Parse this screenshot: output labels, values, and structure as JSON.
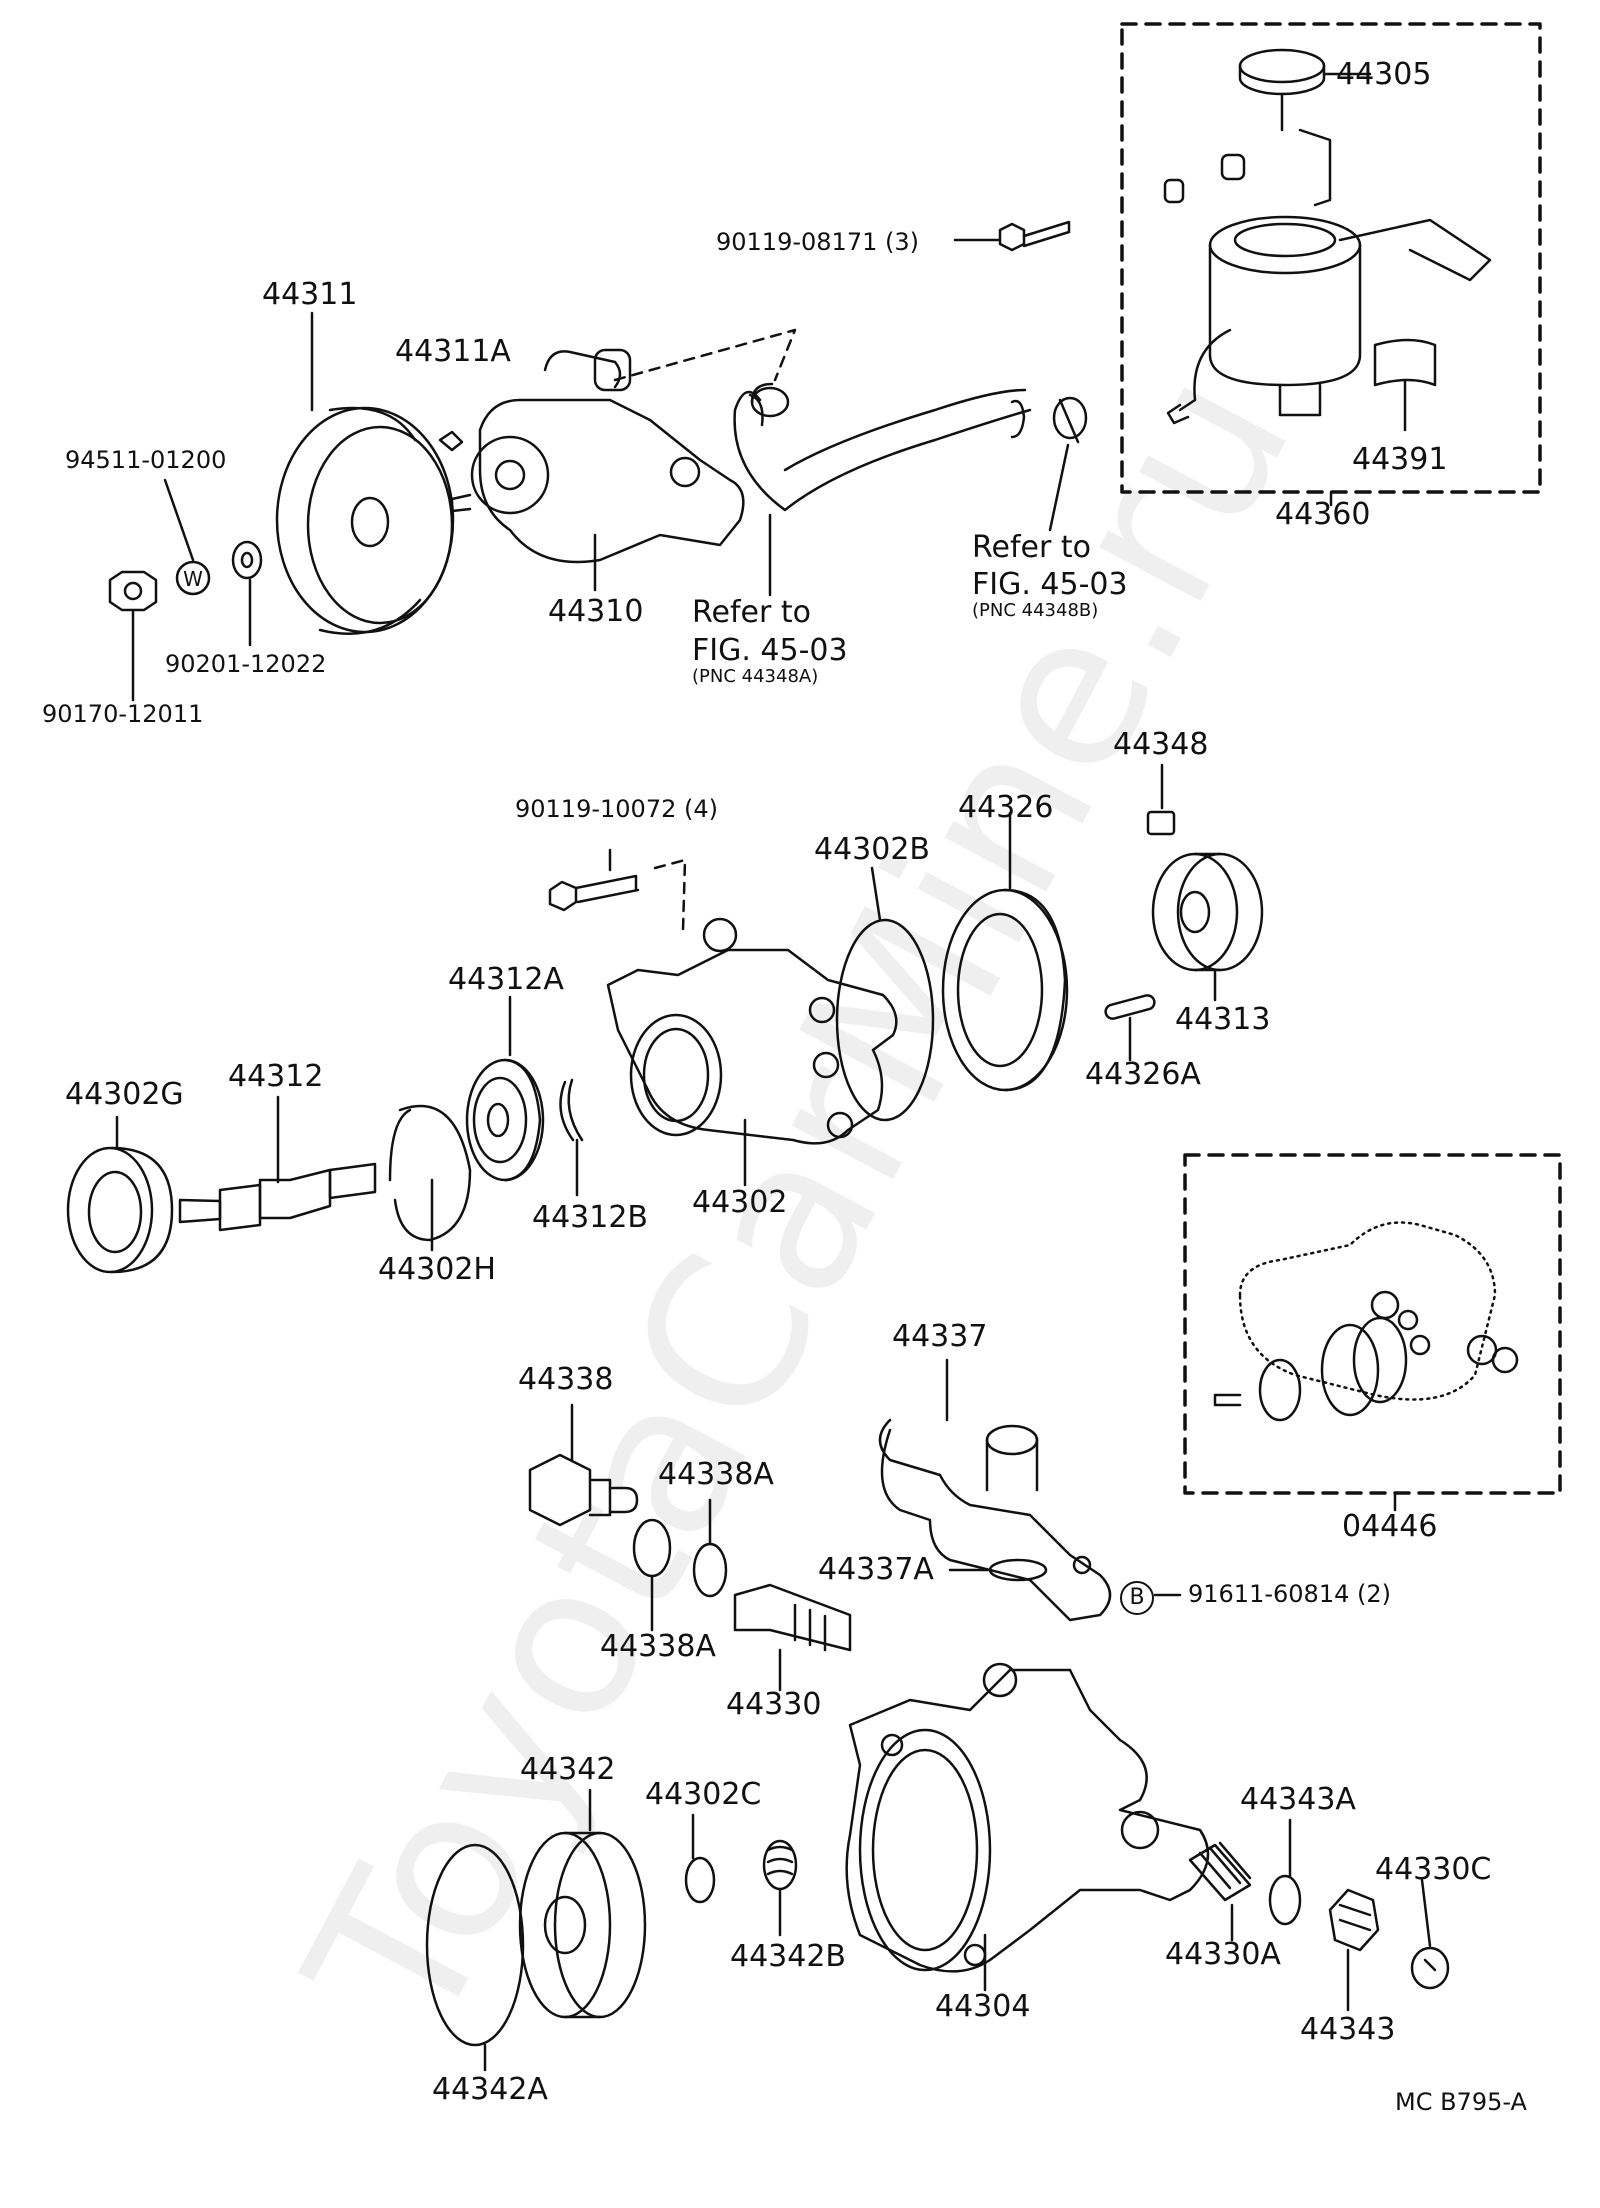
{
  "watermark": "ToyotaCarMine.ru",
  "diagram_code": "MC  B795-A",
  "refer_to": "Refer to",
  "fig_ref": "FIG. 45-03",
  "pnc_a": "(PNC 44348A)",
  "pnc_b": "(PNC 44348B)",
  "w_mark": "W",
  "b_mark": "B",
  "parts": {
    "p44305": "44305",
    "p44391": "44391",
    "p44360": "44360",
    "p90119_08171": "90119-08171 (3)",
    "p44311": "44311",
    "p44311A": "44311A",
    "p94511": "94511-01200",
    "p44310": "44310",
    "p90201": "90201-12022",
    "p90170": "90170-12011",
    "p44348": "44348",
    "p44326": "44326",
    "p44302B": "44302B",
    "p90119_10072": "90119-10072 (4)",
    "p44312A": "44312A",
    "p44313": "44313",
    "p44326A": "44326A",
    "p44302G": "44302G",
    "p44312": "44312",
    "p44312B": "44312B",
    "p44302": "44302",
    "p44302H": "44302H",
    "p44337": "44337",
    "p44338": "44338",
    "p44338A_1": "44338A",
    "p44337A": "44337A",
    "p91611": "91611-60814 (2)",
    "p04446": "04446",
    "p44338A_2": "44338A",
    "p44330": "44330",
    "p44342": "44342",
    "p44302C": "44302C",
    "p44343A": "44343A",
    "p44330C": "44330C",
    "p44342B": "44342B",
    "p44330A": "44330A",
    "p44304": "44304",
    "p44343": "44343",
    "p44342A": "44342A"
  }
}
